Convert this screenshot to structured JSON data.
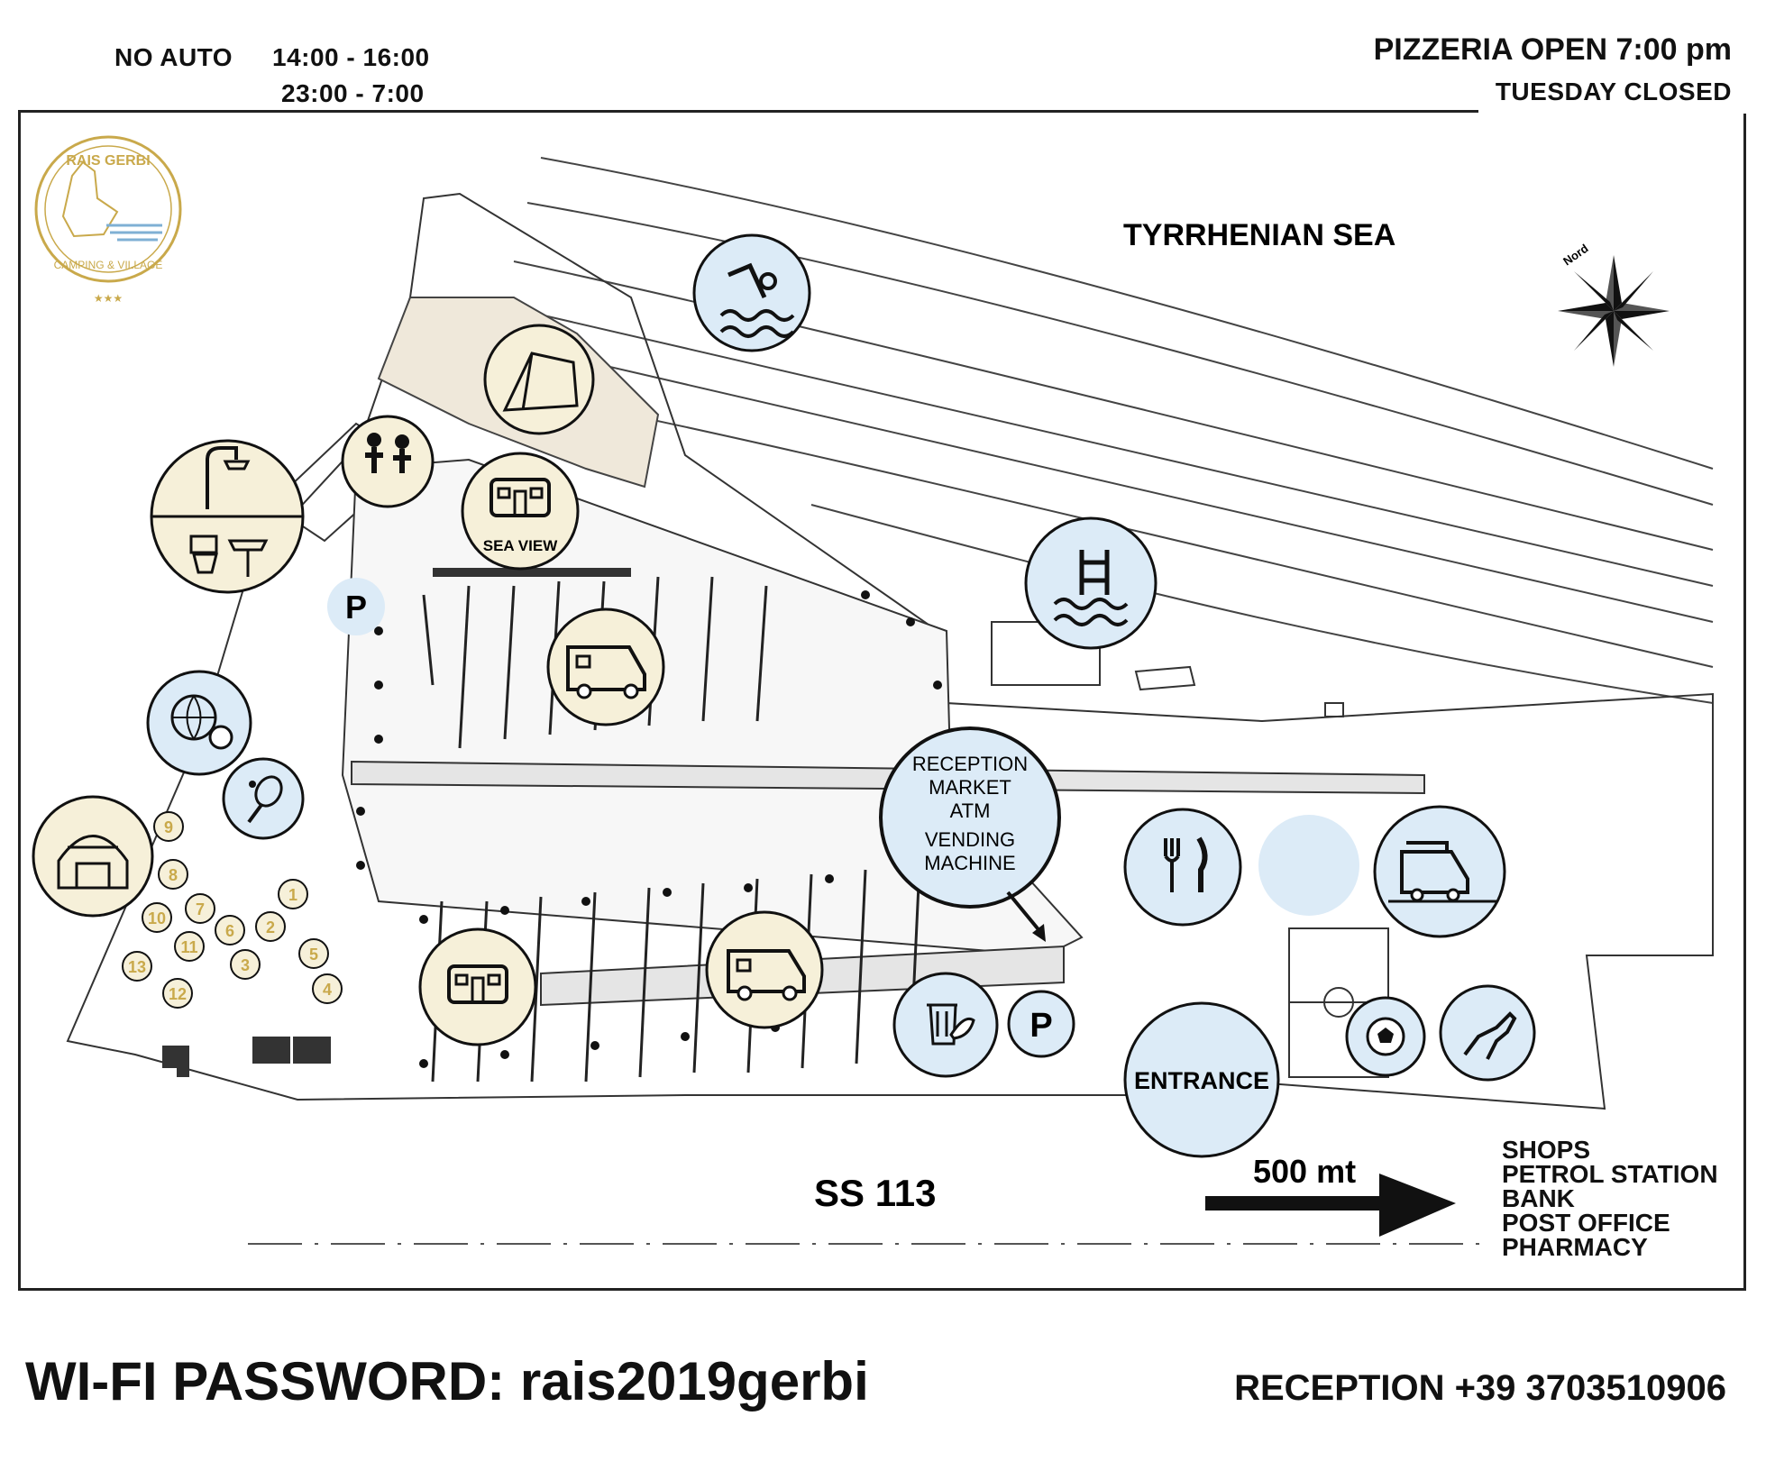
{
  "header": {
    "no_auto_label": "NO AUTO",
    "no_auto_time1": "14:00 - 16:00",
    "no_auto_time2": "23:00 - 7:00",
    "pizzeria": "PIZZERIA OPEN 7:00 pm",
    "closed": "TUESDAY CLOSED"
  },
  "logo": {
    "name": "RAIS GERBI",
    "tagline": "CAMPING & VILLAGE",
    "stars": "★★★"
  },
  "map": {
    "sea_label": "TYRRHENIAN SEA",
    "compass_label": "Nord",
    "road_label": "SS 113",
    "distance_label": "500 mt",
    "sea_view_label": "SEA VIEW",
    "parking_label": "P",
    "entrance_label": "ENTRANCE",
    "reception_lines": [
      "RECEPTION",
      "MARKET",
      "ATM",
      "VENDING",
      "MACHINE"
    ],
    "bungalow_numbers": [
      "1",
      "2",
      "3",
      "4",
      "5",
      "6",
      "7",
      "8",
      "9",
      "10",
      "11",
      "12",
      "13"
    ],
    "nearby_services": [
      "SHOPS",
      "PETROL STATION",
      "BANK",
      "POST OFFICE",
      "PHARMACY"
    ],
    "colors": {
      "blue_circle": "#dcebf7",
      "cream_circle": "#f6f0d9",
      "gold": "#c9a94b",
      "outline": "#111111"
    }
  },
  "footer": {
    "wifi": "WI-FI PASSWORD: rais2019gerbi",
    "reception_phone": "RECEPTION +39 3703510906"
  }
}
